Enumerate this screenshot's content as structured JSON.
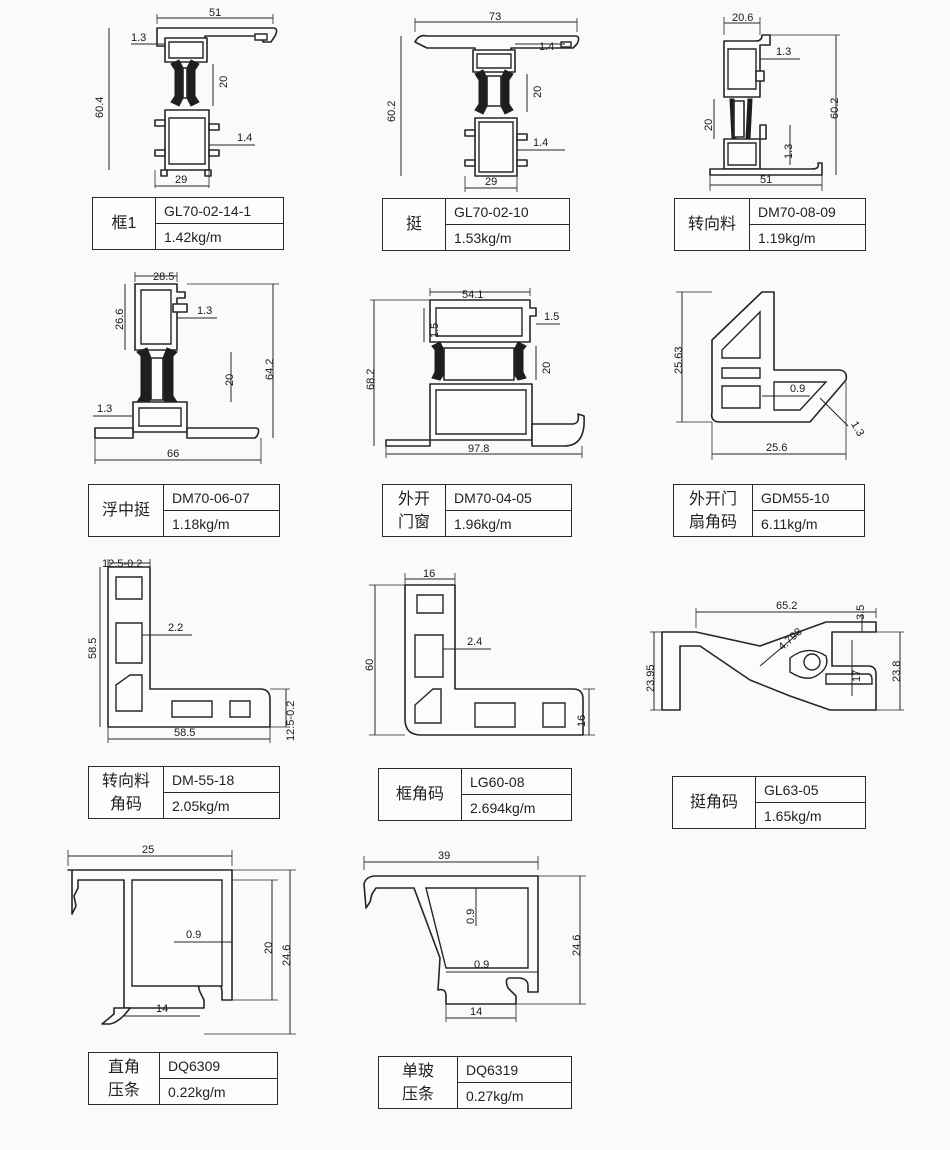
{
  "profiles": [
    {
      "name_lines": [
        "框1"
      ],
      "code": "GL70-02-14-1",
      "weight": "1.42kg/m",
      "dims": [
        "51",
        "1.3",
        "20",
        "60.4",
        "1.4",
        "29"
      ]
    },
    {
      "name_lines": [
        "挺"
      ],
      "code": "GL70-02-10",
      "weight": "1.53kg/m",
      "dims": [
        "73",
        "1.4",
        "20",
        "60.2",
        "1.4",
        "29"
      ]
    },
    {
      "name_lines": [
        "转向料"
      ],
      "code": "DM70-08-09",
      "weight": "1.19kg/m",
      "dims": [
        "20.6",
        "1.3",
        "60.2",
        "20",
        "1.3",
        "51"
      ]
    },
    {
      "name_lines": [
        "浮中挺"
      ],
      "code": "DM70-06-07",
      "weight": "1.18kg/m",
      "dims": [
        "28.5",
        "26.6",
        "1.3",
        "20",
        "64.2",
        "1.3",
        "66"
      ]
    },
    {
      "name_lines": [
        "外开",
        "门窗"
      ],
      "code": "DM70-04-05",
      "weight": "1.96kg/m",
      "dims": [
        "54.1",
        "1.5",
        "1.5",
        "68.2",
        "20",
        "97.8"
      ]
    },
    {
      "name_lines": [
        "外开门",
        "扇角码"
      ],
      "code": "GDM55-10",
      "weight": "6.11kg/m",
      "dims": [
        "25.63",
        "0.9",
        "1.3",
        "25.6"
      ]
    },
    {
      "name_lines": [
        "转向料",
        "角码"
      ],
      "code": "DM-55-18",
      "weight": "2.05kg/m",
      "dims": [
        "12.5-0.2",
        "58.5",
        "2.2",
        "12.5-0.2",
        "58.5"
      ]
    },
    {
      "name_lines": [
        "框角码"
      ],
      "code": "LG60-08",
      "weight": "2.694kg/m",
      "dims": [
        "16",
        "60",
        "2.4",
        "16"
      ]
    },
    {
      "name_lines": [
        "挺角码"
      ],
      "code": "GL63-05",
      "weight": "1.65kg/m",
      "dims": [
        "65.2",
        "3.5",
        "4.798",
        "23.95",
        "17",
        "23.8"
      ]
    },
    {
      "name_lines": [
        "直角",
        "压条"
      ],
      "code": "DQ6309",
      "weight": "0.22kg/m",
      "dims": [
        "25",
        "0.9",
        "20",
        "24.6",
        "14"
      ]
    },
    {
      "name_lines": [
        "单玻",
        "压条"
      ],
      "code": "DQ6319",
      "weight": "0.27kg/m",
      "dims": [
        "39",
        "0.9",
        "0.9",
        "24.6",
        "14"
      ]
    }
  ]
}
